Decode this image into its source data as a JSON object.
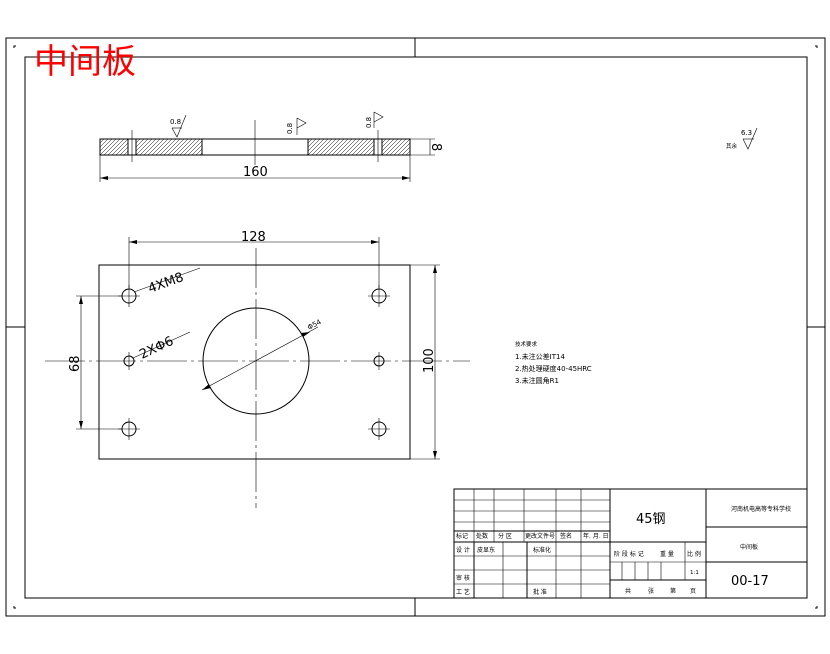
{
  "header": {
    "title": "中间板"
  },
  "section_view": {
    "roughness_left": "0.8",
    "roughness_mid": "0.8",
    "roughness_right": "0.8",
    "thickness_dim": "8",
    "length_dim": "160"
  },
  "plan_view": {
    "hole_spacing_dim": "128",
    "threaded_holes": "4XM8",
    "pin_holes": "2XΦ6",
    "center_hole": "Φ54",
    "vertical_spacing_dim": "68",
    "width_dim": "100"
  },
  "other_roughness": {
    "label": "其余",
    "value": "6.3"
  },
  "tech_requirements": {
    "heading": "技术要求",
    "items": [
      "1.未注公差IT14",
      "2.热处理硬度40-45HRC",
      "3.未注圆角R1"
    ]
  },
  "title_block": {
    "material": "45钢",
    "school": "河南机电高等专科学校",
    "part_name": "中间板",
    "drawing_no": "00-17",
    "scale": "1:1",
    "row_labels": [
      "标记",
      "处数",
      "分 区",
      "更改文件号",
      "签名",
      "年. 月. 日"
    ],
    "design_label": "设 计",
    "designer": "皮显东",
    "standardize_label": "标准化",
    "review_label": "审 核",
    "process_label": "工 艺",
    "approve_label": "批 准",
    "stage_labels": [
      "阶 段 标 记",
      "重 量",
      "比 例"
    ],
    "sheet_labels": [
      "共",
      "张",
      "第",
      "页"
    ]
  }
}
